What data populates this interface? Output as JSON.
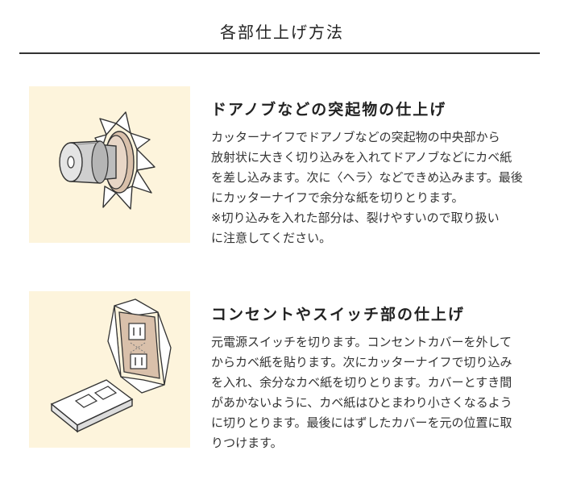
{
  "page": {
    "title": "各部仕上げ方法"
  },
  "sections": [
    {
      "heading": "ドアノブなどの突起物の仕上げ",
      "text": "カッターナイフでドアノブなどの突起物の中央部から\n放射状に大きく切り込みを入れてドアノブなどにカベ紙\nを差し込みます。次に〈ヘラ〉などできめ込みます。最後\nにカッターナイフで余分な紙を切りとります。\n※切り込みを入れた部分は、裂けやすいので取り扱い\nに注意してください。",
      "illustration_icon": "door-knob-illustration"
    },
    {
      "heading": "コンセントやスイッチ部の仕上げ",
      "text": "元電源スイッチを切ります。コンセントカバーを外して\nからカベ紙を貼ります。次にカッターナイフで切り込み\nを入れ、余分なカベ紙を切りとります。カバーとすき間\nがあかないように、カベ紙はひとまわり小さくなるよう\nに切りとります。最後にはずしたカバーを元の位置に取\nりつけます。",
      "illustration_icon": "outlet-illustration"
    }
  ],
  "colors": {
    "illustration_bg": "#fdf4dc",
    "accent_tan": "#d9c0aa"
  }
}
